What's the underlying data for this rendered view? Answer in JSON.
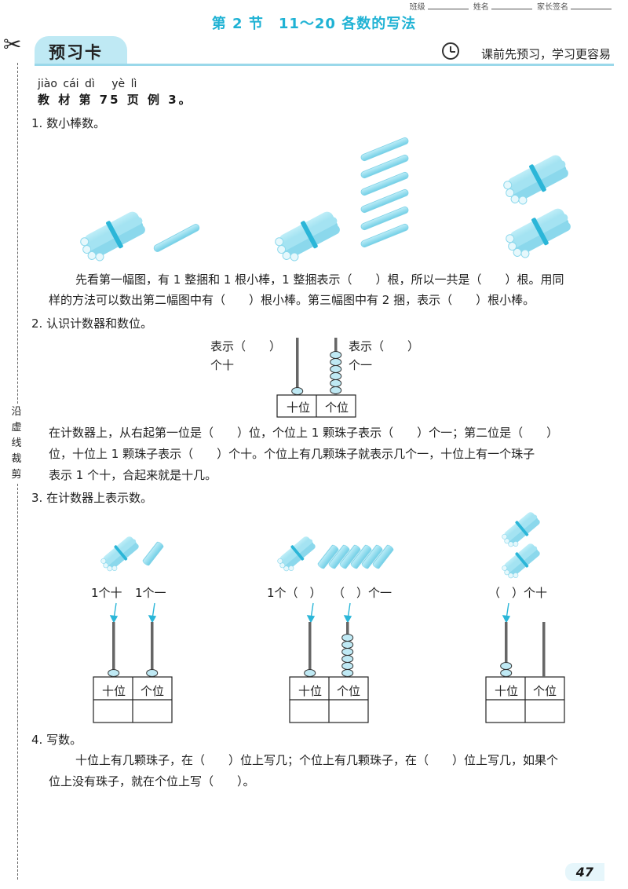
{
  "header": {
    "fields": [
      "班级",
      "姓名",
      "家长签名"
    ],
    "section_title": "第 2 节　11～20 各数的写法",
    "card_label": "预习卡",
    "card_tip": "课前先预习，学习更容易"
  },
  "margin": {
    "cut_label": "沿虚线裁剪"
  },
  "intro": {
    "pinyin": "jiào cái dì　 yè lì",
    "book_ref": "教 材 第 75 页 例 3。"
  },
  "q1": {
    "title": "1. 数小棒数。",
    "line1": "先看第一幅图，有 1 整捆和 1 根小棒，1 整捆表示（　　）根，所以一共是（　　）根。用同",
    "line2": "样的方法可以数出第二幅图中有（　　）根小棒。第三幅图中有 2 捆，表示（　　）根小棒。"
  },
  "q2": {
    "title": "2. 认识计数器和数位。",
    "label_left_1": "表示（　　）",
    "label_left_2": "个十",
    "label_right_1": "表示（　　）",
    "label_right_2": "个一",
    "tens": "十位",
    "ones": "个位",
    "line1": "在计数器上，从右起第一位是（　　）位，个位上 1 颗珠子表示（　　）个一；第二位是（　　）",
    "line2": "位，十位上 1 颗珠子表示（　　）个十。个位上有几颗珠子就表示几个一，十位上有一个珠子",
    "line3": "表示 1 个十，合起来就是十几。"
  },
  "q3": {
    "title": "3. 在计数器上表示数。",
    "a_label_1": "1个十",
    "a_label_2": "1个一",
    "b_label_1": "1个（　）",
    "b_label_2": "（　）个一",
    "c_label_1": "（　）个十",
    "tens": "十位",
    "ones": "个位"
  },
  "q4": {
    "title": "4. 写数。",
    "line1": "十位上有几颗珠子，在（　　）位上写几；个位上有几颗珠子，在（　　）位上写几，如果个",
    "line2": "位上没有珠子，就在个位上写（　　）。"
  },
  "footer": {
    "page_number": "47"
  },
  "colors": {
    "accent": "#1fb2d4",
    "stick": "#8fdcef",
    "band": "#2bb6d8"
  }
}
